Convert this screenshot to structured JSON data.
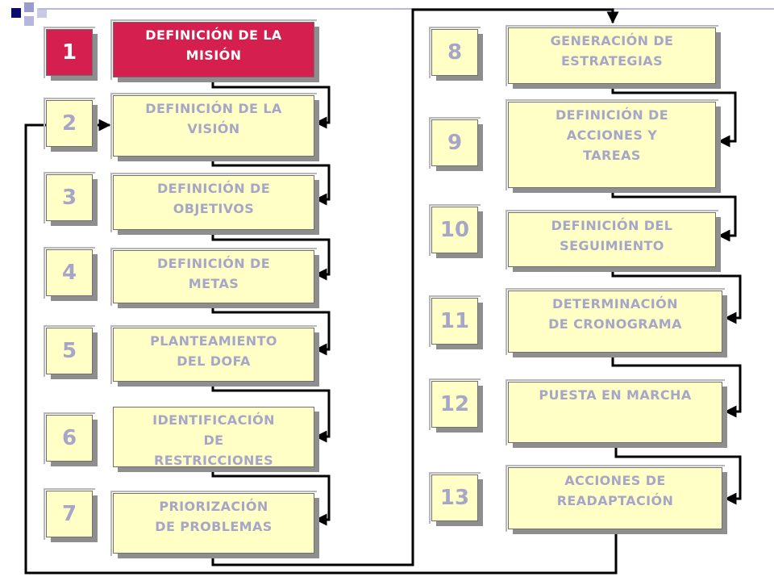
{
  "colors": {
    "accent": "#d51f4e",
    "box_fill": "#ffffc6",
    "box_text": "#a6a6c8",
    "connector": "#000000"
  },
  "steps": [
    {
      "number": "1",
      "label": "DEFINICIÓN DE LA\nMISIÓN",
      "highlight": true
    },
    {
      "number": "2",
      "label": "DEFINICIÓN DE LA\nVISIÓN",
      "highlight": false
    },
    {
      "number": "3",
      "label": "DEFINICIÓN DE\nOBJETIVOS",
      "highlight": false
    },
    {
      "number": "4",
      "label": "DEFINICIÓN DE\nMETAS",
      "highlight": false
    },
    {
      "number": "5",
      "label": "PLANTEAMIENTO\nDEL DOFA",
      "highlight": false
    },
    {
      "number": "6",
      "label": "IDENTIFICACIÓN\nDE\nRESTRICCIONES",
      "highlight": false
    },
    {
      "number": "7",
      "label": "PRIORIZACIÓN\nDE PROBLEMAS",
      "highlight": false
    },
    {
      "number": "8",
      "label": "GENERACIÓN DE\nESTRATEGIAS",
      "highlight": false
    },
    {
      "number": "9",
      "label": "DEFINICIÓN DE\nACCIONES Y\nTAREAS",
      "highlight": false
    },
    {
      "number": "10",
      "label": "DEFINICIÓN DEL\nSEGUIMIENTO",
      "highlight": false
    },
    {
      "number": "11",
      "label": "DETERMINACIÓN\nDE CRONOGRAMA",
      "highlight": false
    },
    {
      "number": "12",
      "label": "PUESTA EN MARCHA",
      "highlight": false
    },
    {
      "number": "13",
      "label": "ACCIONES DE\nREADAPTACIÓN",
      "highlight": false
    }
  ]
}
